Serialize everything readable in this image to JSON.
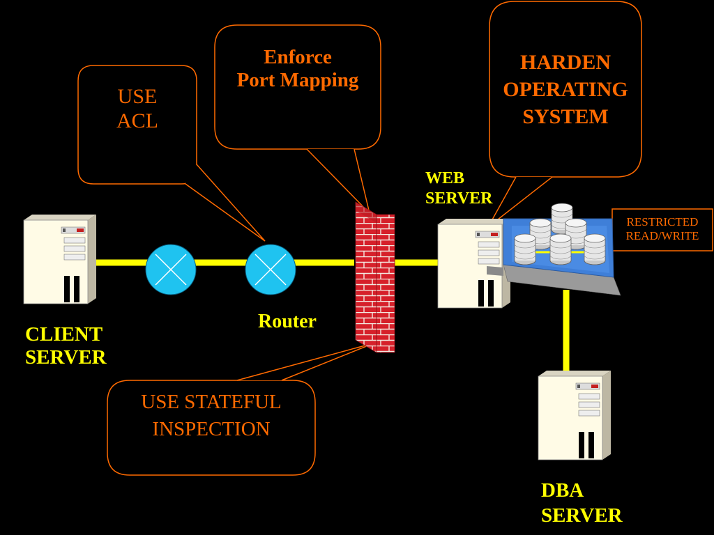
{
  "colors": {
    "background": "#000000",
    "callout_border": "#ff6a00",
    "callout_text": "#ff6a00",
    "link": "#ffff00",
    "label": "#ffff00",
    "router_fill": "#1fc3f0",
    "brick": "#d6202a",
    "database_tray": "#3f7fd8"
  },
  "callouts": {
    "use_acl": "USE\nACL",
    "port_mapping": "Enforce\nPort Mapping",
    "harden_os": "HARDEN\nOPERATING\nSYSTEM",
    "stateful": "USE STATEFUL\nINSPECTION",
    "restricted": "RESTRICTED\nREAD/WRITE"
  },
  "labels": {
    "client_server": "CLIENT\nSERVER",
    "router": "Router",
    "web_server": "WEB\nSERVER",
    "dba_server": "DBA\nSERVER"
  },
  "icons": {
    "client": "server-tower-icon",
    "router": "router-icon",
    "firewall": "firewall-icon",
    "web": "server-tower-icon",
    "database": "database-cluster-icon",
    "dba": "server-tower-icon"
  }
}
